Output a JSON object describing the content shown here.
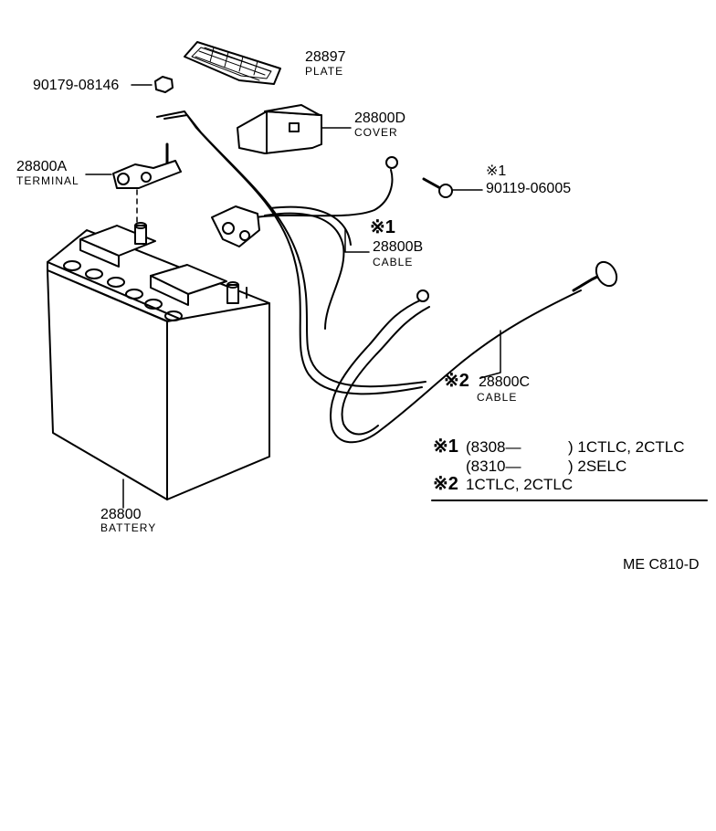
{
  "parts": {
    "plate": {
      "number": "28897",
      "name": "PLATE"
    },
    "nut": {
      "number": "90179-08146"
    },
    "cover": {
      "number": "28800D",
      "name": "COVER"
    },
    "terminal": {
      "number": "28800A",
      "name": "TERMINAL"
    },
    "bolt": {
      "number": "90119-06005",
      "mark": "※1"
    },
    "cable_b": {
      "number": "28800B",
      "name": "CABLE",
      "mark": "※1"
    },
    "cable_c": {
      "number": "28800C",
      "name": "CABLE",
      "mark": "※2"
    },
    "battery": {
      "number": "28800",
      "name": "BATTERY"
    }
  },
  "notes": {
    "note1_mark": "※1",
    "note1_line1_code": "(8308—",
    "note1_line1_model": ") 1CTLC, 2CTLC",
    "note1_line2_code": "(8310—",
    "note1_line2_model": ") 2SELC",
    "note2_mark": "※2",
    "note2_model": "1CTLC, 2CTLC"
  },
  "footer": {
    "code": "ME  C810-D"
  }
}
